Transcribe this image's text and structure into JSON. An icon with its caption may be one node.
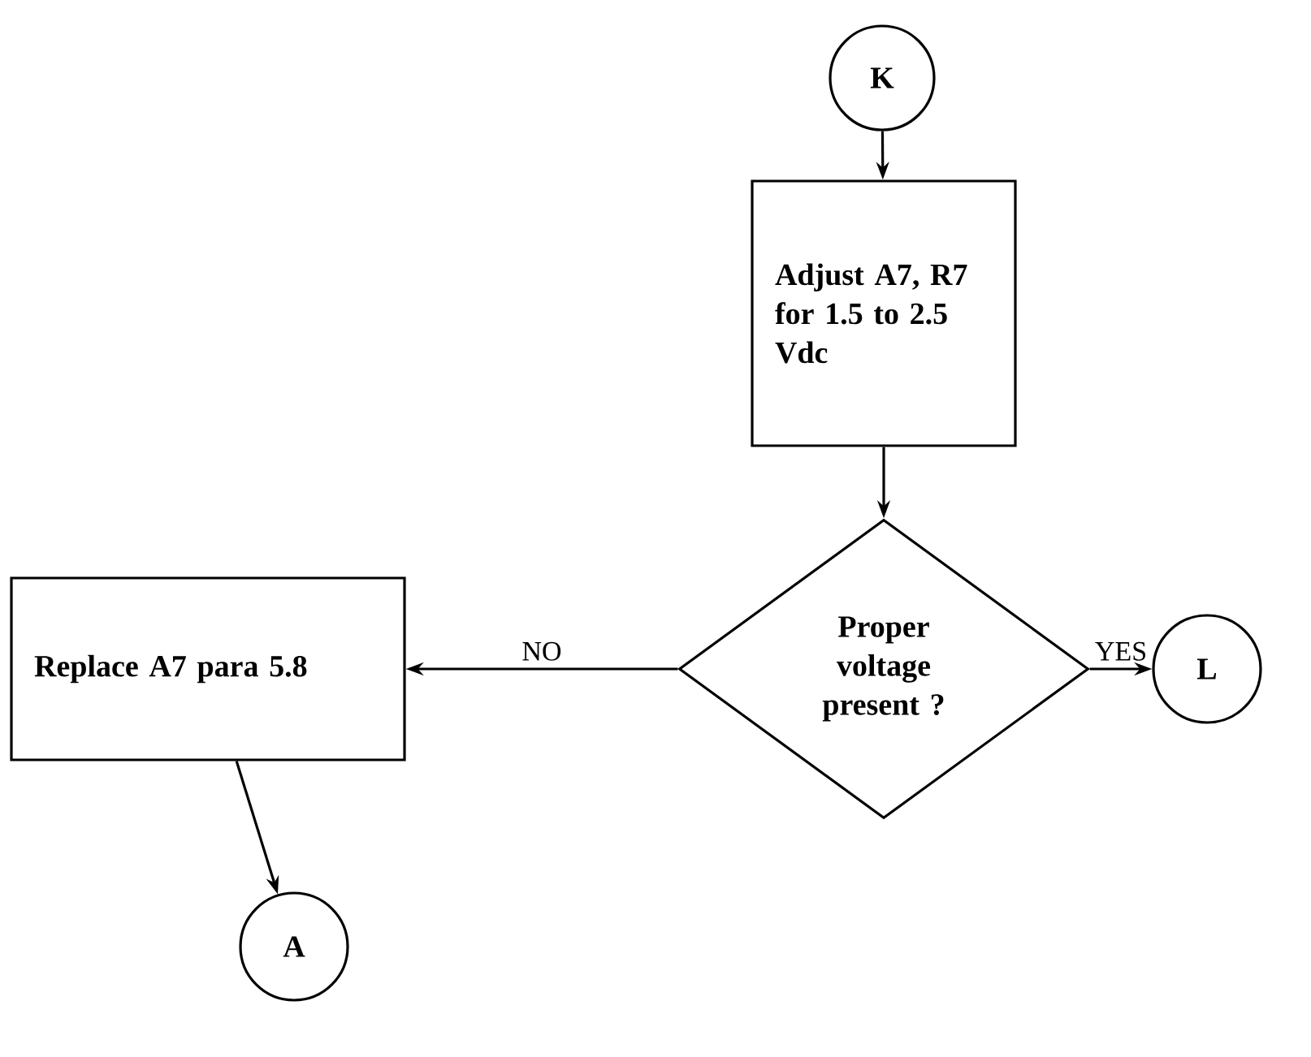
{
  "diagram": {
    "nodes": [
      {
        "text": [
          "K"
        ]
      },
      {
        "text": [
          "Adjust A7, R7 for 1.5 to 2.5 Vdc"
        ]
      },
      {
        "text": [
          "Proper voltage present ?"
        ]
      },
      {
        "text": [
          "Replace A7 para 5.8"
        ]
      },
      {
        "text": [
          "L"
        ]
      },
      {
        "text": [
          "A"
        ]
      }
    ],
    "edges": [
      {
        "from": 0,
        "to": 1,
        "arrow": "to"
      },
      {
        "from": 1,
        "to": 2,
        "arrow": "to"
      },
      {
        "from": 2,
        "to": 3,
        "arrow": "to",
        "label": "NO"
      },
      {
        "from": 2,
        "to": 4,
        "arrow": "to",
        "label": "YES"
      },
      {
        "from": 3,
        "to": 5,
        "arrow": "to"
      }
    ]
  }
}
